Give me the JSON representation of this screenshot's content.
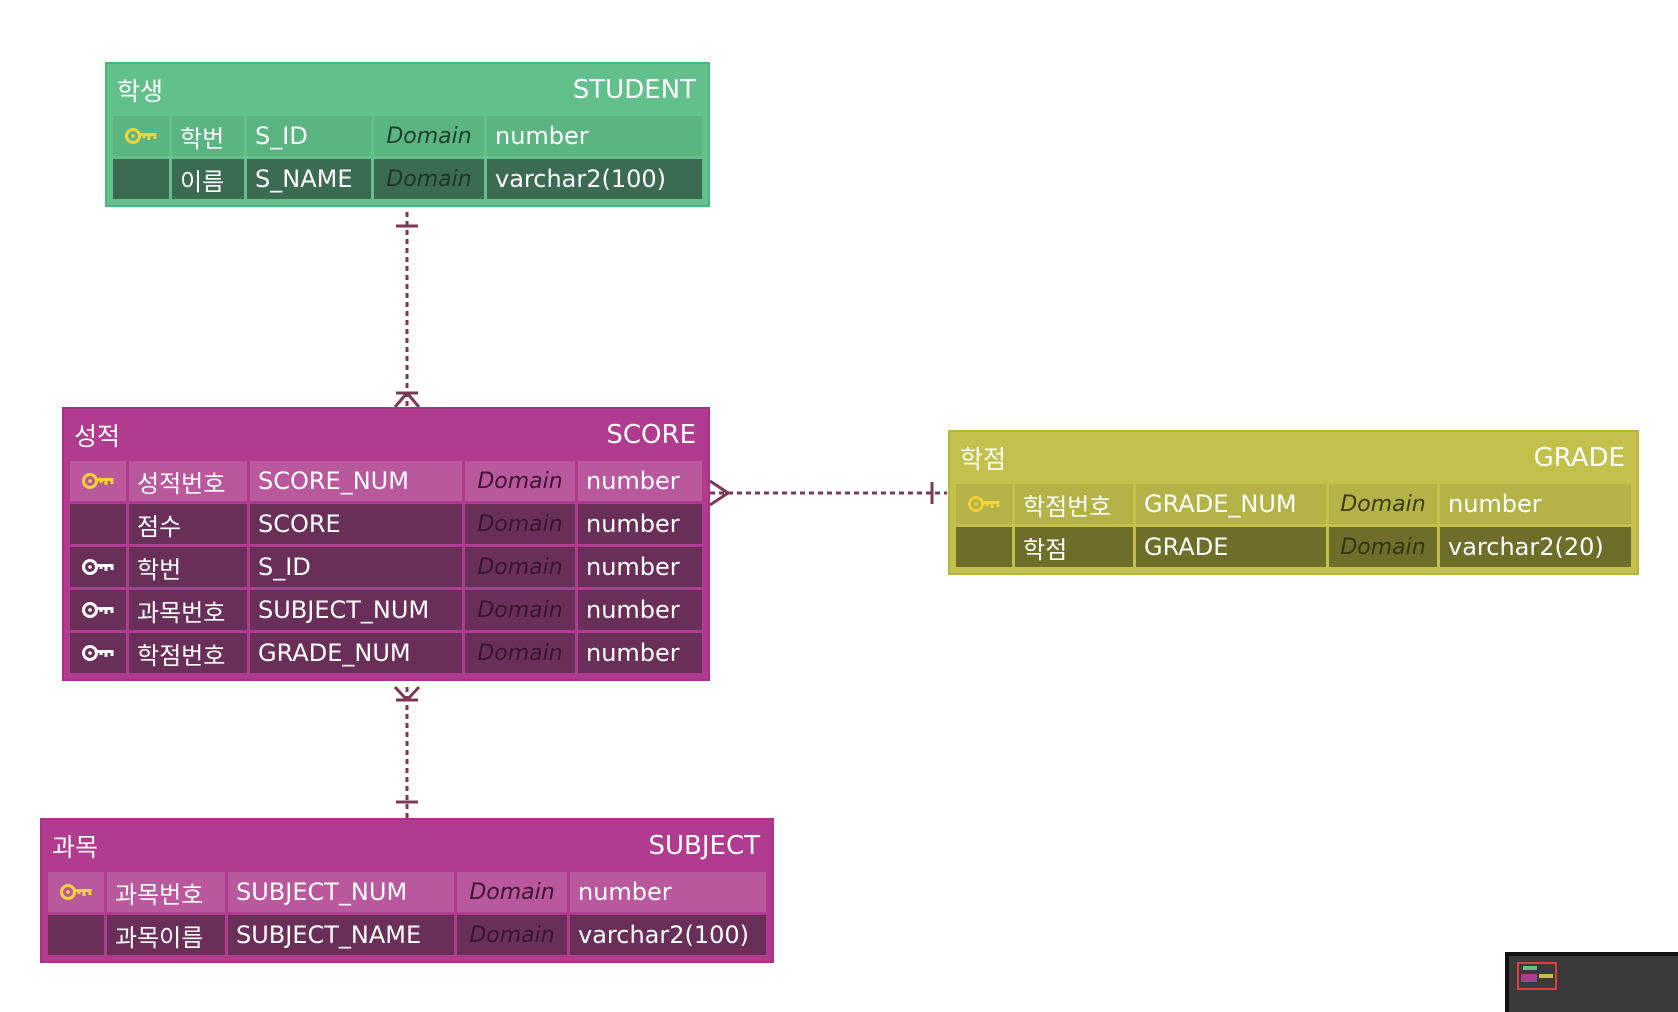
{
  "tables": {
    "student": {
      "logical": "학생",
      "physical": "STUDENT",
      "rows": [
        {
          "pk": true,
          "fk": false,
          "logical": "학번",
          "physical": "S_ID",
          "domain": "Domain",
          "type": "number"
        },
        {
          "pk": false,
          "fk": false,
          "logical": "이름",
          "physical": "S_NAME",
          "domain": "Domain",
          "type": "varchar2(100)"
        }
      ]
    },
    "score": {
      "logical": "성적",
      "physical": "SCORE",
      "rows": [
        {
          "pk": true,
          "fk": false,
          "logical": "성적번호",
          "physical": "SCORE_NUM",
          "domain": "Domain",
          "type": "number"
        },
        {
          "pk": false,
          "fk": false,
          "logical": "점수",
          "physical": "SCORE",
          "domain": "Domain",
          "type": "number"
        },
        {
          "pk": false,
          "fk": true,
          "logical": "학번",
          "physical": "S_ID",
          "domain": "Domain",
          "type": "number"
        },
        {
          "pk": false,
          "fk": true,
          "logical": "과목번호",
          "physical": "SUBJECT_NUM",
          "domain": "Domain",
          "type": "number"
        },
        {
          "pk": false,
          "fk": true,
          "logical": "학점번호",
          "physical": "GRADE_NUM",
          "domain": "Domain",
          "type": "number"
        }
      ]
    },
    "grade": {
      "logical": "학점",
      "physical": "GRADE",
      "rows": [
        {
          "pk": true,
          "fk": false,
          "logical": "학점번호",
          "physical": "GRADE_NUM",
          "domain": "Domain",
          "type": "number"
        },
        {
          "pk": false,
          "fk": false,
          "logical": "학점",
          "physical": "GRADE",
          "domain": "Domain",
          "type": "varchar2(20)"
        }
      ]
    },
    "subject": {
      "logical": "과목",
      "physical": "SUBJECT",
      "rows": [
        {
          "pk": true,
          "fk": false,
          "logical": "과목번호",
          "physical": "SUBJECT_NUM",
          "domain": "Domain",
          "type": "number"
        },
        {
          "pk": false,
          "fk": false,
          "logical": "과목이름",
          "physical": "SUBJECT_NAME",
          "domain": "Domain",
          "type": "varchar2(100)"
        }
      ]
    }
  },
  "relationships": [
    {
      "from": "student",
      "to": "score",
      "from_cardinality": "one",
      "to_cardinality": "many"
    },
    {
      "from": "grade",
      "to": "score",
      "from_cardinality": "one",
      "to_cardinality": "many"
    },
    {
      "from": "subject",
      "to": "score",
      "from_cardinality": "one",
      "to_cardinality": "many"
    }
  ],
  "colors": {
    "student": "#62c08d",
    "score": "#b13c8f",
    "subject": "#b13c8f",
    "grade": "#c2c14c",
    "pk_key_icon": "#f2d43a",
    "fk_key_icon": "#ffffff",
    "link_line": "#7a3a55"
  }
}
